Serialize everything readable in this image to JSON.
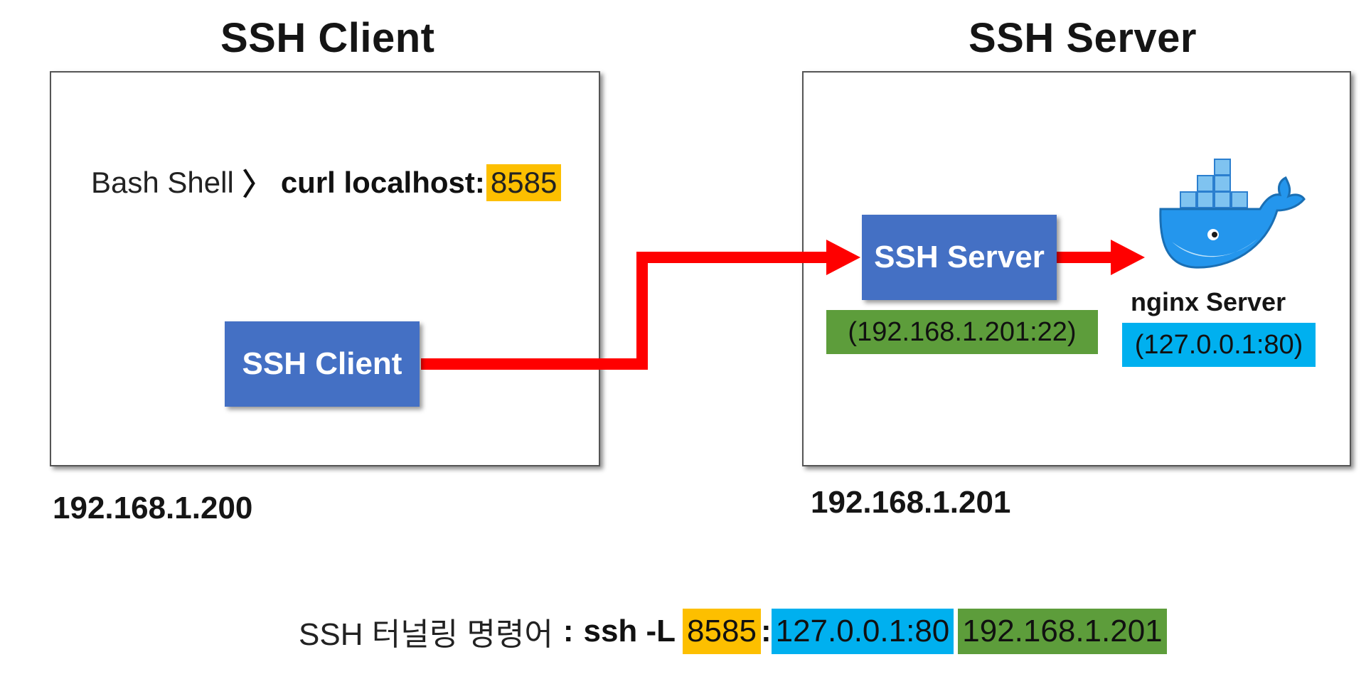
{
  "client_title": "SSH Client",
  "server_title": "SSH Server",
  "client_ip": "192.168.1.200",
  "server_ip": "192.168.1.201",
  "shell": {
    "prompt": "Bash Shell",
    "chevron": "〉",
    "command": "curl localhost:",
    "port": "8585"
  },
  "client_box_label": "SSH Client",
  "server_box_label": "SSH Server",
  "server_address": "(192.168.1.201:22)",
  "nginx_label": "nginx Server",
  "nginx_address": "(127.0.0.1:80)",
  "command_line": {
    "prefix": "SSH 터널링 명령어",
    "colon": ":",
    "cmd": "ssh -L",
    "local_port": "8585",
    "separator": ":",
    "target": "127.0.0.1:80",
    "host": "192.168.1.201"
  },
  "colors": {
    "box_blue": "#4470c4",
    "arrow_red": "#ff0000",
    "highlight_green": "#5d9d3b",
    "highlight_blue": "#00b0ef",
    "highlight_orange": "#fdbf00",
    "docker_blue": "#2496ed"
  },
  "icons": [
    "docker-whale-icon"
  ]
}
